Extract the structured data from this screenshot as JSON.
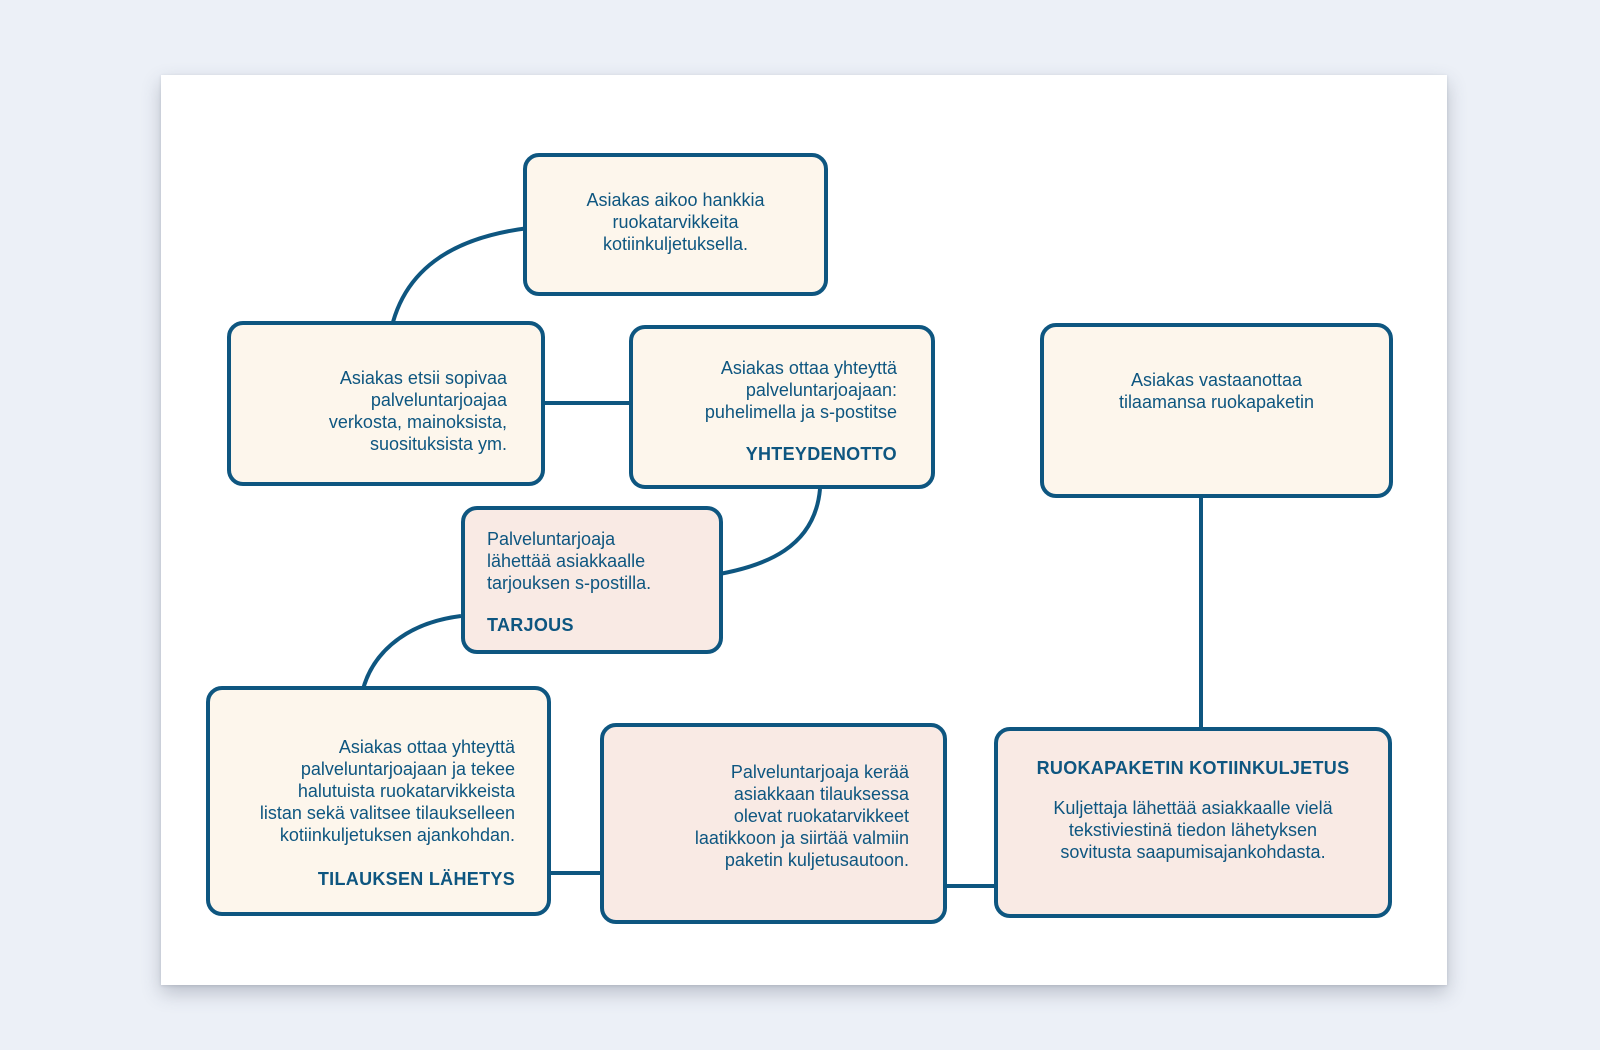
{
  "colors": {
    "stroke": "#0e5680",
    "box_light": "#fdf6ec",
    "box_pink": "#f9eae4",
    "background": "#ecf0f7"
  },
  "nodes": {
    "need": {
      "text": "Asiakas aikoo hankkia\nruokatarvikkeita\nkotiinkuljetuksella."
    },
    "search": {
      "text": "Asiakas etsii sopivaa\npalveluntarjoajaa\nverkosta, mainoksista,\nsuosituksista ym."
    },
    "contact": {
      "text": "Asiakas ottaa yhteyttä\npalveluntarjoajaan:\npuhelimella ja s-postitse",
      "label": "YHTEYDENOTTO"
    },
    "offer": {
      "text": "Palveluntarjoaja\nlähettää asiakkaalle\ntarjouksen s-postilla.",
      "label": "TARJOUS"
    },
    "order": {
      "text": "Asiakas ottaa yhteyttä\npalveluntarjoajaan ja tekee\nhalutuista ruokatarvikkeista\nlistan sekä valitsee tilaukselleen\nkotiinkuljetuksen ajankohdan.",
      "label": "TILAUKSEN LÄHETYS"
    },
    "packing": {
      "text": "Palveluntarjoaja kerää\nasiakkaan tilauksessa\nolevat ruokatarvikkeet\nlaatikkoon ja siirtää valmiin\npaketin kuljetusautoon."
    },
    "delivery": {
      "label": "RUOKAPAKETIN KOTIINKULJETUS",
      "text": "Kuljettaja lähettää asiakkaalle vielä\ntekstiviestinä tiedon lähetyksen\nsovitusta saapumisajankohdasta."
    },
    "receive": {
      "text": "Asiakas vastaanottaa\ntilaamansa ruokapaketin"
    }
  }
}
